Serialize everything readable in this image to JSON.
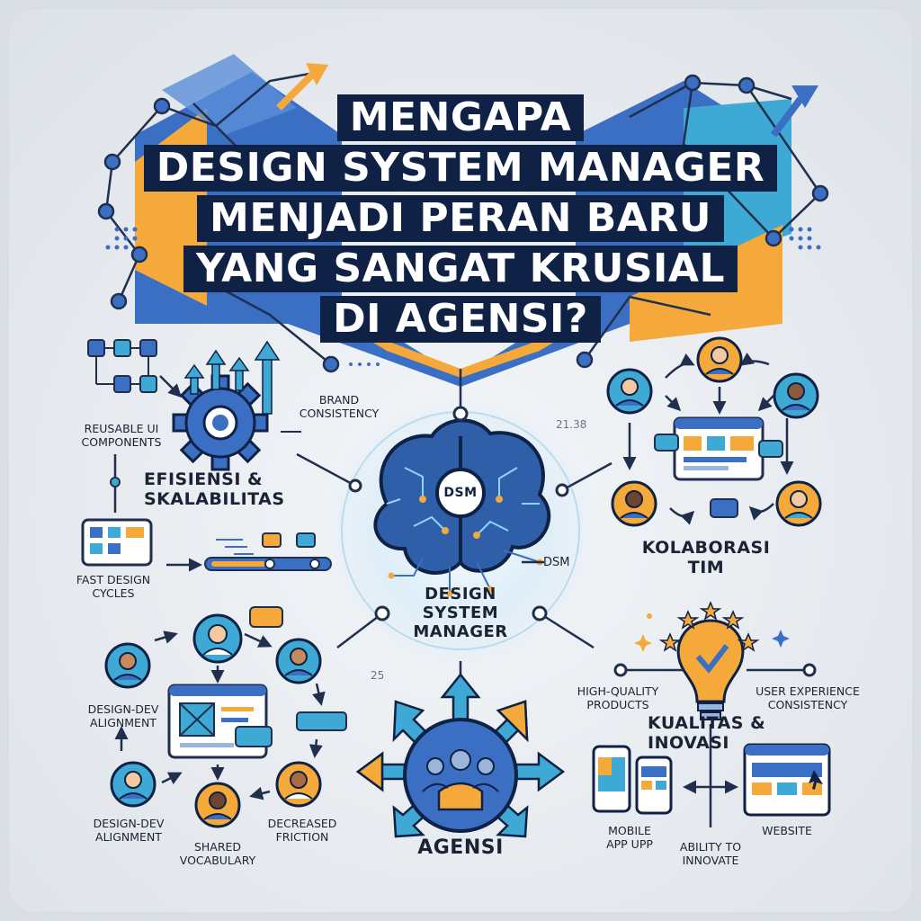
{
  "title": {
    "lines": [
      "MENGAPA",
      "DESIGN SYSTEM MANAGER",
      "MENJADI PERAN BARU",
      "YANG SANGAT KRUSIAL",
      "DI AGENSI?"
    ]
  },
  "center": {
    "badge": "DSM",
    "side_label": "DSM",
    "name": "DESIGN\nSYSTEM\nMANAGER",
    "number_top": "21.38",
    "number_left": "25"
  },
  "efisiensi": {
    "heading": "EFISIENSI &\nSKALABILITAS",
    "reusable": "REUSABLE UI\nCOMPONENTS",
    "brand": "BRAND\nCONSISTENCY",
    "fast": "FAST DESIGN\nCYCLES"
  },
  "kolaborasi": {
    "heading": "KOLABORASI\nTIM"
  },
  "alignment": {
    "top_left": "DESIGN-DEV\nALIGNMENT",
    "bottom_left": "DESIGN-DEV\nALIGNMENT",
    "shared": "SHARED\nVOCABULARY",
    "friction": "DECREASED\nFRICTION"
  },
  "agensi": {
    "heading": "AGENSI"
  },
  "kualitas": {
    "heading": "KUALITAS &\nINOVASI",
    "high_quality": "HIGH-QUALITY\nPRODUCTS",
    "ux": "USER EXPERIENCE\nCONSISTENCY",
    "mobile": "MOBILE\nAPP UPP",
    "innovate": "ABILITY TO\nINNOVATE",
    "website": "WEBSITE"
  },
  "colors": {
    "navy": "#0f2144",
    "blue": "#3b6fc4",
    "light_blue": "#3fa9d6",
    "orange": "#f4a93a",
    "line": "#1f2f4d"
  }
}
